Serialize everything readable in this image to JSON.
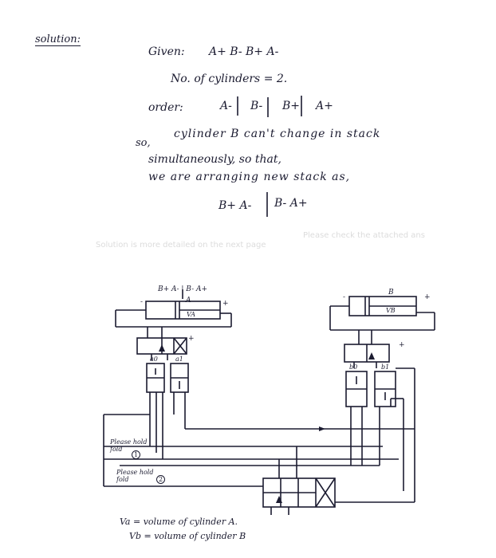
{
  "solution": {
    "heading": "solution:",
    "given_label": "Given:",
    "given_value": "A+ B- B+ A-",
    "cylinders": "No. of cylinders = 2.",
    "order_label": "order:",
    "order_parts": [
      "A-",
      "B-",
      "B+",
      "A+"
    ],
    "explain_1_prefix": "so,",
    "explain_1": "cylinder B can't change in stack",
    "explain_2": "simultaneously, so that,",
    "explain_3": "we are arranging new stack as,",
    "new_stack_left": "B+ A-",
    "new_stack_right": "B- A+"
  },
  "diagram": {
    "sequence_label": "B+ A- | B- A+",
    "cylinder_a": {
      "name": "A",
      "volume_label": "VA",
      "minus": "-",
      "plus": "+"
    },
    "cylinder_b": {
      "name": "B",
      "volume_label": "VB",
      "minus": "-",
      "plus": "+"
    },
    "valve_labels": {
      "a0": "a0",
      "a1": "a1",
      "b0": "b0",
      "b1": "b1"
    },
    "manual_valve_a_plus": "+",
    "manual_valve_b_plus": "+",
    "line_1_label": "Please hold fold",
    "line_1_number": "1",
    "line_2_label": "Please hold fold",
    "line_2_number": "2"
  },
  "definitions": {
    "va": "Va = volume of cylinder A.",
    "vb": "Vb = volume of cylinder B"
  },
  "faint_text": [
    "Solution is more detailed on the next page",
    "Please check the attached ans"
  ]
}
